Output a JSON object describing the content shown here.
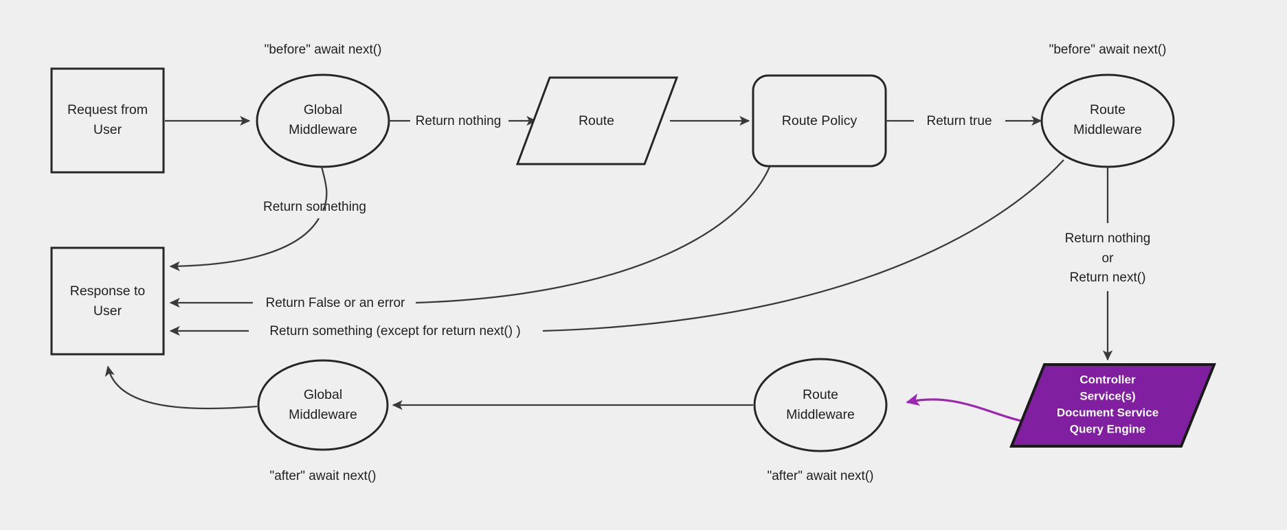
{
  "diagram": {
    "title": "Middleware request/response lifecycle flowchart",
    "background_color": "#efefef",
    "line_color": "#3a3a3a",
    "accent_color": "#8020a0",
    "accent_edge_color": "#9c27b0",
    "nodes": {
      "request_from_user": {
        "line1": "Request from",
        "line2": "User",
        "shape": "rectangle"
      },
      "global_middleware_top": {
        "line1": "Global",
        "line2": "Middleware",
        "shape": "ellipse"
      },
      "route": {
        "line1": "Route",
        "shape": "parallelogram"
      },
      "route_policy": {
        "line1": "Route Policy",
        "shape": "rounded-rectangle"
      },
      "route_middleware_top": {
        "line1": "Route",
        "line2": "Middleware",
        "shape": "ellipse"
      },
      "controller_services": {
        "line1": "Controller",
        "line2": "Service(s)",
        "line3": "Document Service",
        "line4": "Query Engine",
        "shape": "parallelogram",
        "fill": "#8020a0",
        "text_color": "#ffffff"
      },
      "route_middleware_bottom": {
        "line1": "Route",
        "line2": "Middleware",
        "shape": "ellipse"
      },
      "global_middleware_bottom": {
        "line1": "Global",
        "line2": "Middleware",
        "shape": "ellipse"
      },
      "response_to_user": {
        "line1": "Response to",
        "line2": "User",
        "shape": "rectangle"
      }
    },
    "annotations": {
      "before_await_next_global": "\"before\" await next()",
      "before_await_next_route": "\"before\" await next()",
      "after_await_next_global": "\"after\" await next()",
      "after_await_next_route": "\"after\" await next()"
    },
    "edge_labels": {
      "return_nothing": "Return nothing",
      "return_true": "Return true",
      "return_something": "Return something",
      "return_false_or_error": "Return False or an error",
      "return_something_except": "Return something (except for return next() )",
      "return_nothing_or_next_line1": "Return nothing",
      "return_nothing_or_next_line2": "or",
      "return_nothing_or_next_line3": "Return next()"
    }
  }
}
